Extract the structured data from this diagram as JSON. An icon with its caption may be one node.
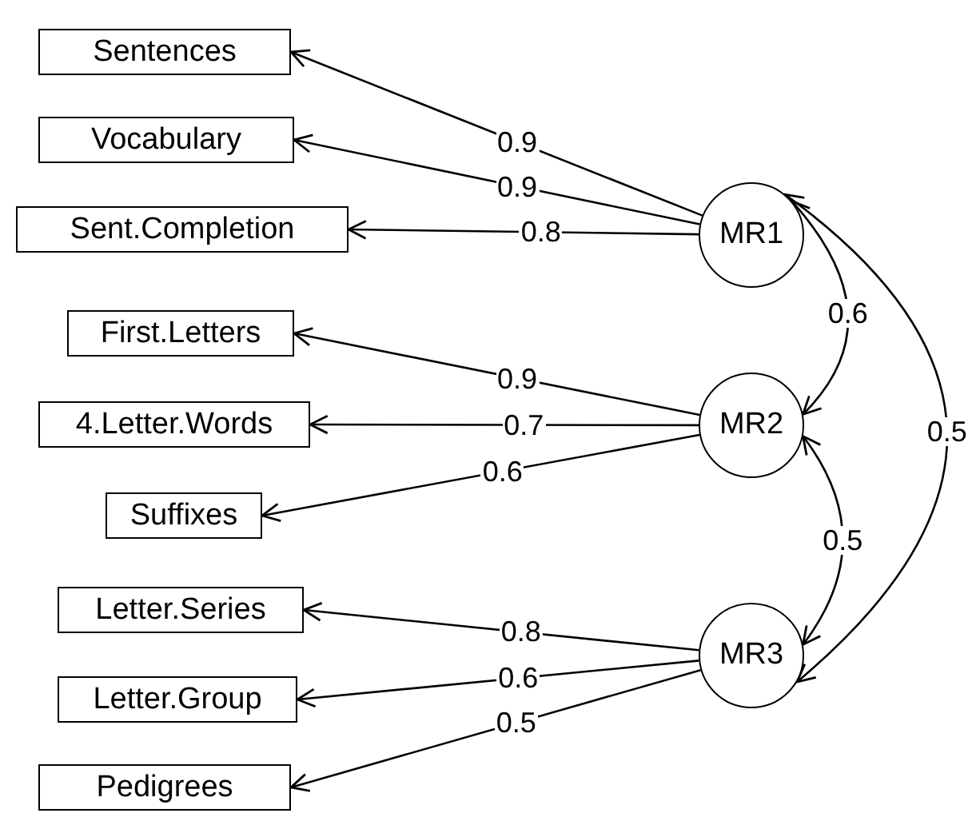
{
  "diagram": {
    "nodes": [
      {
        "text": [
          "Sentences"
        ]
      },
      {
        "text": [
          "Vocabulary"
        ]
      },
      {
        "text": [
          "Sent.Completion"
        ]
      },
      {
        "text": [
          "First.Letters"
        ]
      },
      {
        "text": [
          "4.Letter.Words"
        ]
      },
      {
        "text": [
          "Suffixes"
        ]
      },
      {
        "text": [
          "Letter.Series"
        ]
      },
      {
        "text": [
          "Letter.Group"
        ]
      },
      {
        "text": [
          "Pedigrees"
        ]
      },
      {
        "text": [
          "MR1"
        ]
      },
      {
        "text": [
          "MR2"
        ]
      },
      {
        "text": [
          "MR3"
        ]
      }
    ],
    "edges": [
      {
        "from": 9,
        "to": 0,
        "arrow": "to",
        "label": "0.9"
      },
      {
        "from": 9,
        "to": 1,
        "arrow": "to",
        "label": "0.9"
      },
      {
        "from": 9,
        "to": 2,
        "arrow": "to",
        "label": "0.8"
      },
      {
        "from": 10,
        "to": 3,
        "arrow": "to",
        "label": "0.9"
      },
      {
        "from": 10,
        "to": 4,
        "arrow": "to",
        "label": "0.7"
      },
      {
        "from": 10,
        "to": 5,
        "arrow": "to",
        "label": "0.6"
      },
      {
        "from": 11,
        "to": 6,
        "arrow": "to",
        "label": "0.8"
      },
      {
        "from": 11,
        "to": 7,
        "arrow": "to",
        "label": "0.6"
      },
      {
        "from": 11,
        "to": 8,
        "arrow": "to",
        "label": "0.5"
      },
      {
        "from": 9,
        "to": 10,
        "arrow": "both",
        "label": "0.6"
      },
      {
        "from": 10,
        "to": 11,
        "arrow": "both",
        "label": "0.5"
      },
      {
        "from": 9,
        "to": 11,
        "arrow": "both",
        "label": "0.5"
      }
    ]
  }
}
